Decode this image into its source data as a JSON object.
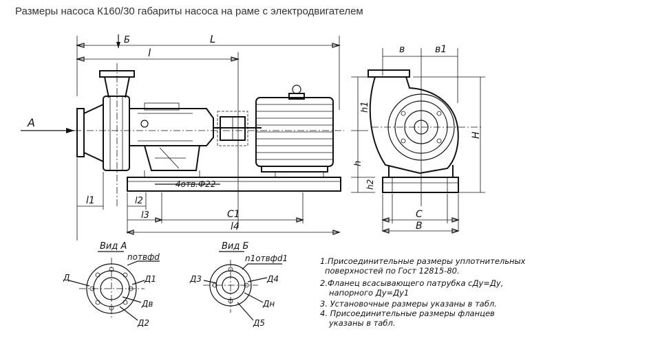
{
  "title": "Размеры насоса К160/30 габариты  насоса  на раме с электродвигателем",
  "labels": {
    "L": "L",
    "l": "l",
    "view_b_marker": "Б",
    "view_a_arrow": "А",
    "l1": "l1",
    "l2": "l2",
    "l3": "l3",
    "l4": "l4",
    "C1": "C1",
    "holes": "4отв.Ф22",
    "b": "в",
    "b1": "в1",
    "h1": "h1",
    "h": "h",
    "h2": "h2",
    "H": "H",
    "C": "C",
    "B": "B"
  },
  "view_a": {
    "title": "Вид А",
    "holes": "nотвфd",
    "D": "Д",
    "D1": "Д1",
    "Dv": "Дв",
    "D2": "Д2"
  },
  "view_b": {
    "title": "Вид Б",
    "holes": "n1отвфd1",
    "D3": "Д3",
    "D4": "Д4",
    "Dn": "Дн",
    "D5": "Д5"
  },
  "notes": [
    "1.Присоединительные размеры уплотнительных",
    "поверхностей  по Гост 12815-80.",
    "2.Фланец всасывающего патрубка сДу=Ду,",
    "напорного Ду=Ду1",
    "3. Установочные размеры указаны в табл.",
    "4. Присоединительные размеры фланцев",
    "указаны в табл."
  ]
}
